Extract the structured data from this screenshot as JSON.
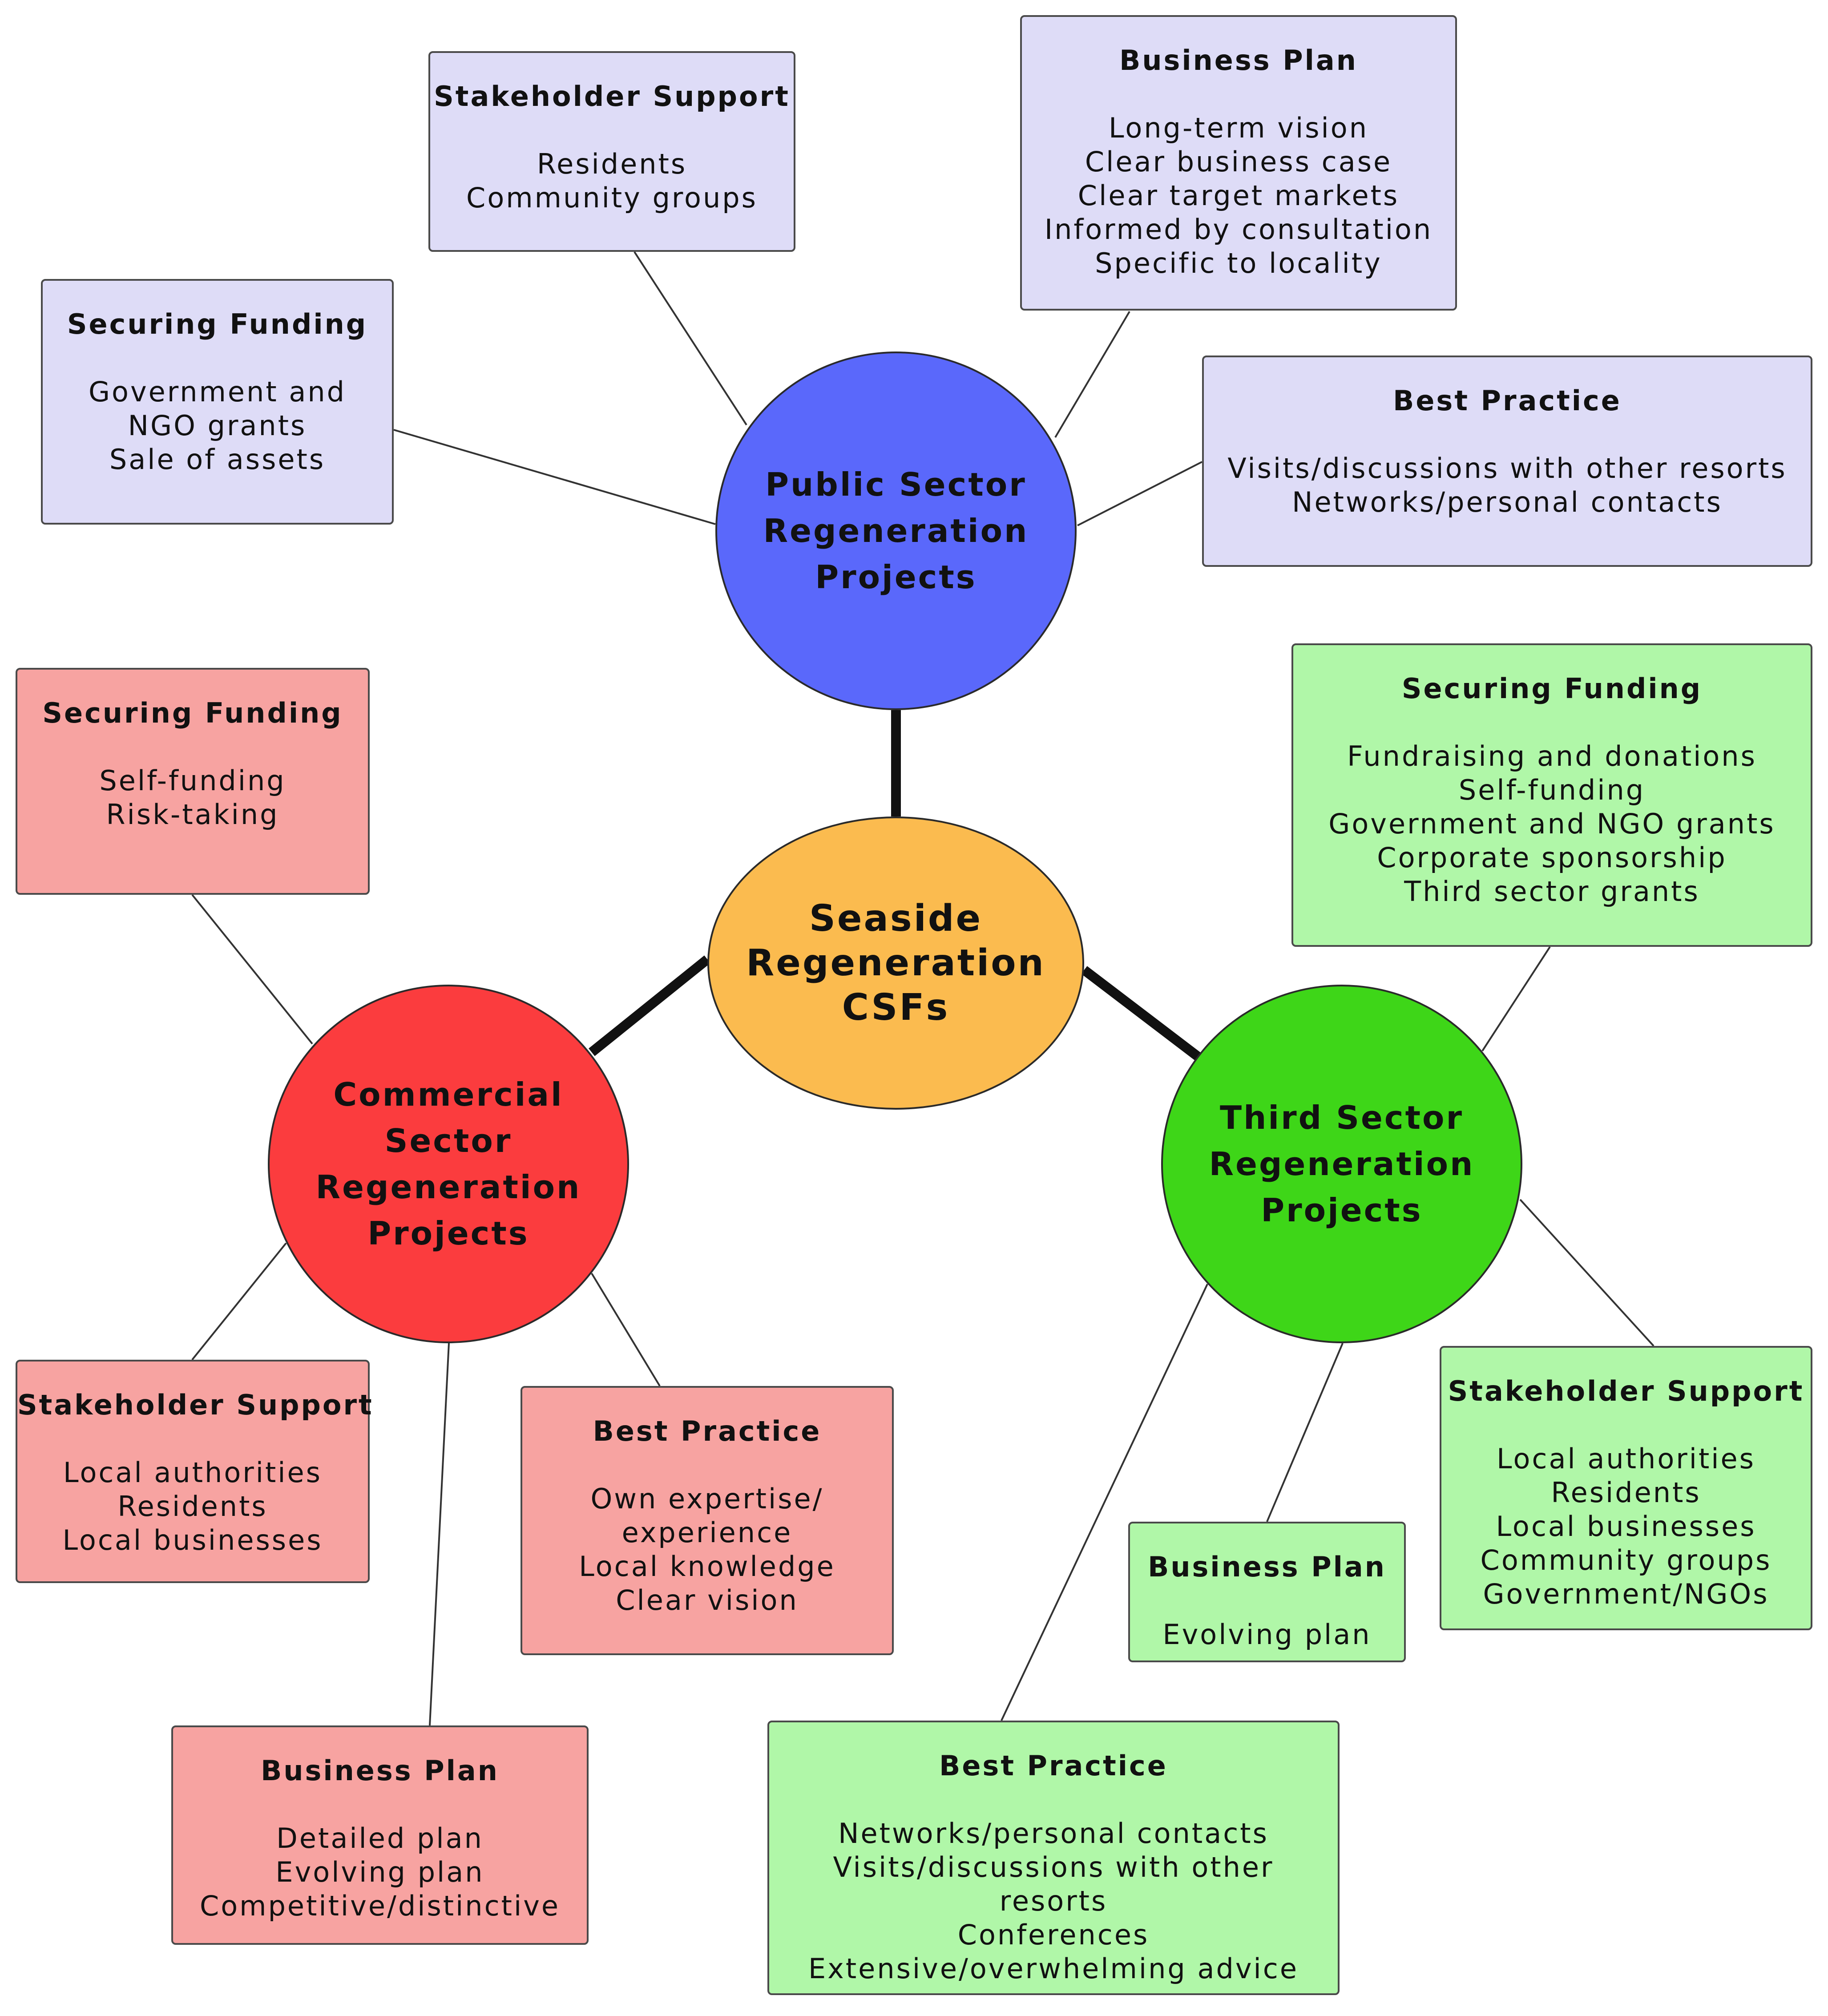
{
  "colors": {
    "center": "#fbbb4f",
    "public": "#5a68fb",
    "commercial": "#fb3c3e",
    "third": "#3ed618",
    "public_box": "#dedcf7",
    "commercial_box": "#f7a3a1",
    "third_box": "#b0f7a8"
  },
  "center": {
    "label": "Seaside\nRegeneration\nCSFs"
  },
  "hubs": {
    "public": {
      "label": "Public Sector\nRegeneration\nProjects"
    },
    "commercial": {
      "label": "Commercial\nSector\nRegeneration\nProjects"
    },
    "third": {
      "label": "Third Sector\nRegeneration\nProjects"
    }
  },
  "boxes": {
    "public_stakeholder": {
      "title": "Stakeholder Support",
      "lines": [
        "Residents",
        "Community groups"
      ]
    },
    "public_business": {
      "title": "Business Plan",
      "lines": [
        "Long-term vision",
        "Clear business case",
        "Clear target markets",
        "Informed by consultation",
        "Specific to locality"
      ]
    },
    "public_funding": {
      "title": "Securing Funding",
      "lines": [
        "Government and",
        "NGO grants",
        "Sale of assets"
      ]
    },
    "public_practice": {
      "title": "Best Practice",
      "lines": [
        "Visits/discussions with other resorts",
        "Networks/personal contacts"
      ]
    },
    "commercial_funding": {
      "title": "Securing Funding",
      "lines": [
        "Self-funding",
        "Risk-taking"
      ]
    },
    "commercial_stakeholder": {
      "title": "Stakeholder Support",
      "lines": [
        "Local authorities",
        "Residents",
        "Local businesses"
      ]
    },
    "commercial_practice": {
      "title": "Best Practice",
      "lines": [
        "Own expertise/",
        "experience",
        "Local knowledge",
        "Clear vision"
      ]
    },
    "commercial_business": {
      "title": "Business Plan",
      "lines": [
        "Detailed plan",
        "Evolving plan",
        "Competitive/distinctive"
      ]
    },
    "third_funding": {
      "title": "Securing Funding",
      "lines": [
        "Fundraising and donations",
        "Self-funding",
        "Government and NGO grants",
        "Corporate sponsorship",
        "Third sector grants"
      ]
    },
    "third_stakeholder": {
      "title": "Stakeholder Support",
      "lines": [
        "Local authorities",
        "Residents",
        "Local businesses",
        "Community groups",
        "Government/NGOs"
      ]
    },
    "third_business": {
      "title": "Business Plan",
      "lines": [
        "Evolving plan"
      ]
    },
    "third_practice": {
      "title": "Best Practice",
      "lines": [
        "Networks/personal contacts",
        "Visits/discussions with other",
        "resorts",
        "Conferences",
        "Extensive/overwhelming advice"
      ]
    }
  }
}
